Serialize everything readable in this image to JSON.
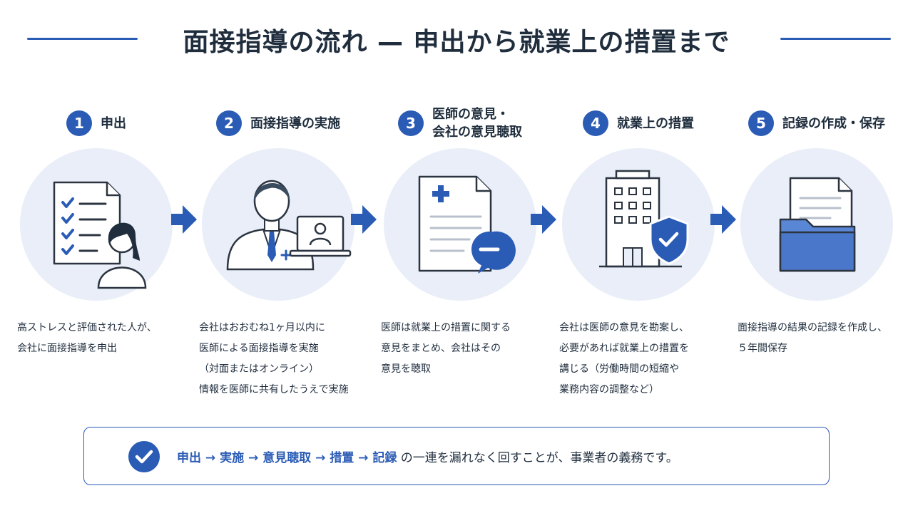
{
  "header": {
    "title": "面接指導の流れ — 申出から就業上の措置まで"
  },
  "steps": [
    {
      "number": "1",
      "title_lines": [
        "申出"
      ],
      "description_lines": [
        "高ストレスと評価された人が、",
        "会社に面接指導を申出"
      ],
      "icon": "applicant-checklist-icon"
    },
    {
      "number": "2",
      "title_lines": [
        "面接指導の実施"
      ],
      "description_lines": [
        "会社はおおむね1ヶ月以内に",
        "医師による面接指導を実施",
        "（対面またはオンライン）",
        "情報を医師に共有したうえで実施"
      ],
      "icon": "doctor-online-icon"
    },
    {
      "number": "3",
      "title_lines": [
        "医師の意見・",
        "会社の意見聴取"
      ],
      "description_lines": [
        "医師は就業上の措置に関する",
        "意見をまとめ、会社はその",
        "意見を聴取"
      ],
      "icon": "medical-document-icon"
    },
    {
      "number": "4",
      "title_lines": [
        "就業上の措置"
      ],
      "description_lines": [
        "会社は医師の意見を勘案し、",
        "必要があれば就業上の措置を",
        "講じる（労働時間の短縮や",
        "業務内容の調整など）"
      ],
      "icon": "office-building-shield-icon"
    },
    {
      "number": "5",
      "title_lines": [
        "記録の作成・保存"
      ],
      "description_lines": [
        "面接指導の結果の記録を作成し、",
        "５年間保存"
      ],
      "icon": "document-folder-icon"
    }
  ],
  "summary": {
    "flow": "申出 → 実施 → 意見聴取 → 措置 → 記録",
    "text": " の一連を漏れなく回すことが、事業者の義務です。"
  },
  "colors": {
    "accent": "#2a5bb5",
    "circle_bg": "#e9eef8",
    "text": "#1f2d3d"
  }
}
